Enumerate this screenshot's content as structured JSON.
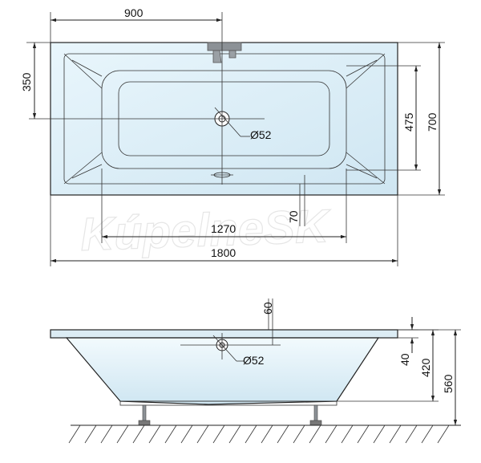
{
  "watermark": "KúpelneSK",
  "colors": {
    "tub_fill": "#dbeef7",
    "tub_inner": "#e8f5fb",
    "line": "#222222",
    "faucet": "#8c9196"
  },
  "top_view": {
    "dims": {
      "width_900": "900",
      "depth_350": "350",
      "inner_475": "475",
      "depth_700": "700",
      "drain_diameter": "Ø52",
      "offset_70": "70",
      "inner_1270": "1270",
      "length_1800": "1800"
    }
  },
  "side_view": {
    "dims": {
      "rim_60": "60",
      "drain_diameter": "Ø52",
      "height_40": "40",
      "height_420": "420",
      "height_560": "560"
    }
  }
}
